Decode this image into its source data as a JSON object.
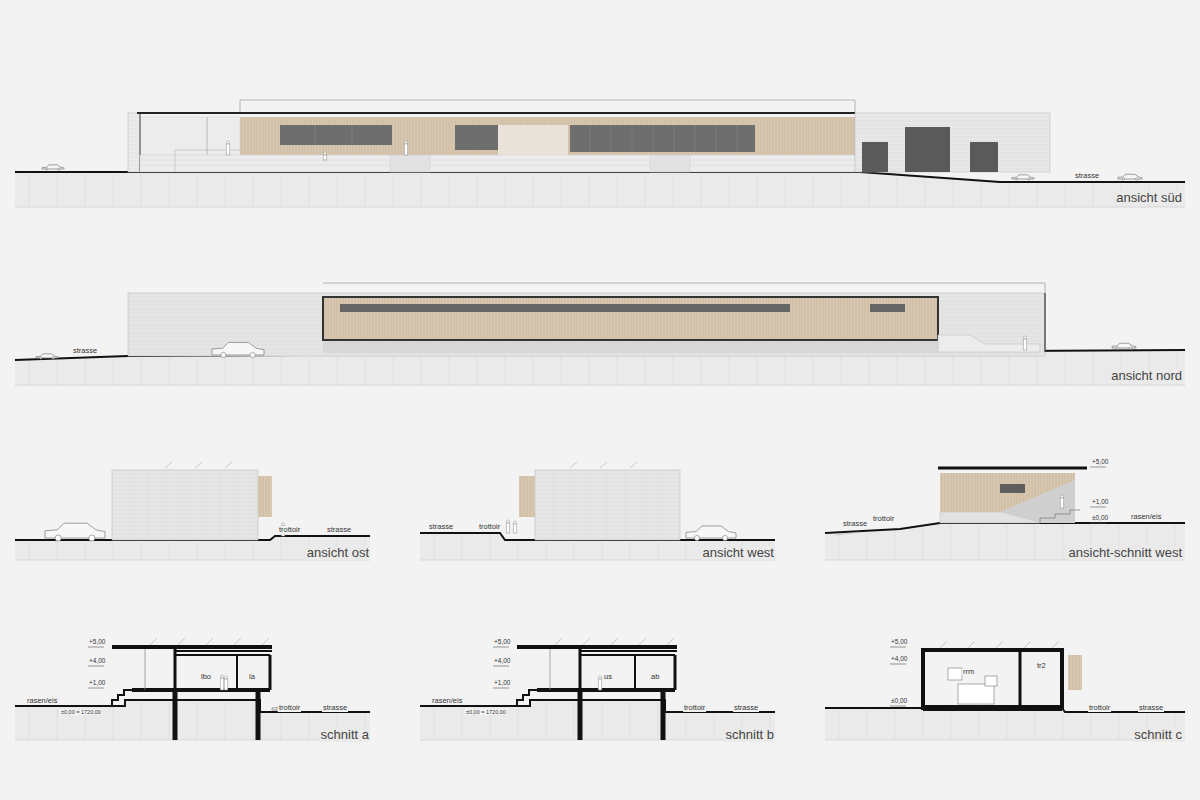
{
  "diagram": {
    "labels": [
      "strasse",
      "ansicht süd",
      "strasse",
      "ansicht nord",
      "trottoir",
      "strasse",
      "ansicht ost",
      "strasse",
      "trottoir",
      "ansicht west",
      "+5,00",
      "+1,00",
      "±0,00",
      "strasse",
      "trottoir",
      "rasen/eis",
      "ansicht-schnitt west",
      "+5,00",
      "+4,00",
      "+1,00",
      "lbo",
      "la",
      "rasen/eis",
      "±0,00 = 1720,00",
      "trottoir",
      "strasse",
      "schnitt a",
      "+5,00",
      "+4,00",
      "+1,00",
      "us",
      "ab",
      "rasen/eis",
      "±0,00 = 1720,00",
      "trottoir",
      "strasse",
      "schnitt b",
      "+5,00",
      "+4,00",
      "±0,00",
      "rrm",
      "tr2",
      "trottoir",
      "strasse",
      "schnitt c"
    ]
  }
}
